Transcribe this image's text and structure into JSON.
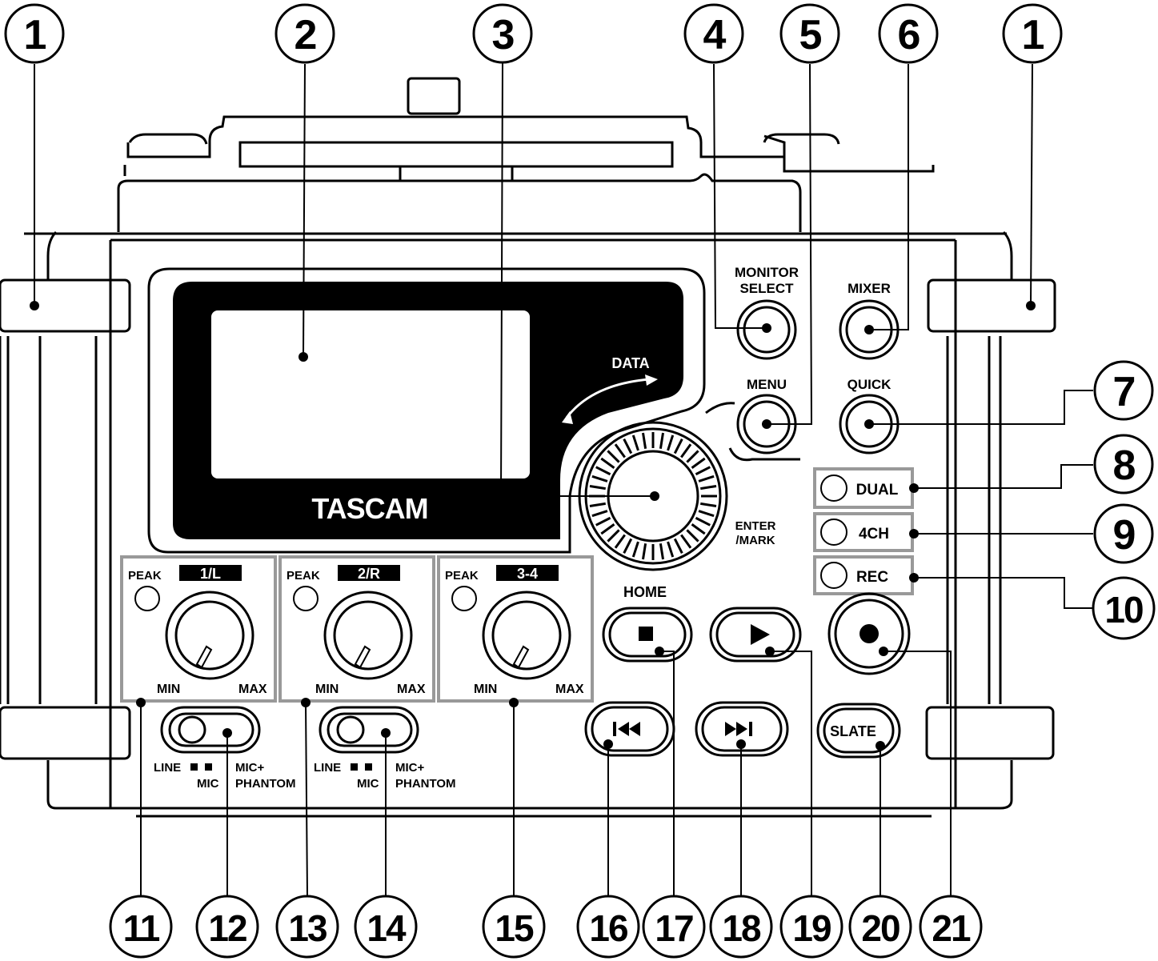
{
  "callouts": [
    "1",
    "2",
    "3",
    "4",
    "5",
    "6",
    "1",
    "7",
    "8",
    "9",
    "10",
    "11",
    "12",
    "13",
    "14",
    "15",
    "16",
    "17",
    "18",
    "19",
    "20",
    "21"
  ],
  "brand": "TASCAM",
  "labels": {
    "data": "DATA",
    "monitor_select_1": "MONITOR",
    "monitor_select_2": "SELECT",
    "mixer": "MIXER",
    "menu": "MENU",
    "quick": "QUICK",
    "enter_mark_1": "ENTER",
    "enter_mark_2": "/MARK",
    "dual": "DUAL",
    "ch4": "4CH",
    "rec": "REC",
    "home": "HOME",
    "slate": "SLATE",
    "peak": "PEAK",
    "ch1": "1/L",
    "ch2": "2/R",
    "ch34": "3-4",
    "min": "MIN",
    "max": "MAX",
    "line": "LINE",
    "mic": "MIC",
    "mic_phantom_1": "MIC+",
    "mic_phantom_2": "PHANTOM"
  },
  "glyphs": {
    "stop": "■",
    "play": "▶",
    "rewind": "I◀◀",
    "forward": "▶▶I",
    "record": "●"
  },
  "colors": {
    "ink": "#000000",
    "panel_outline": "#999999",
    "screen": "#000000"
  }
}
